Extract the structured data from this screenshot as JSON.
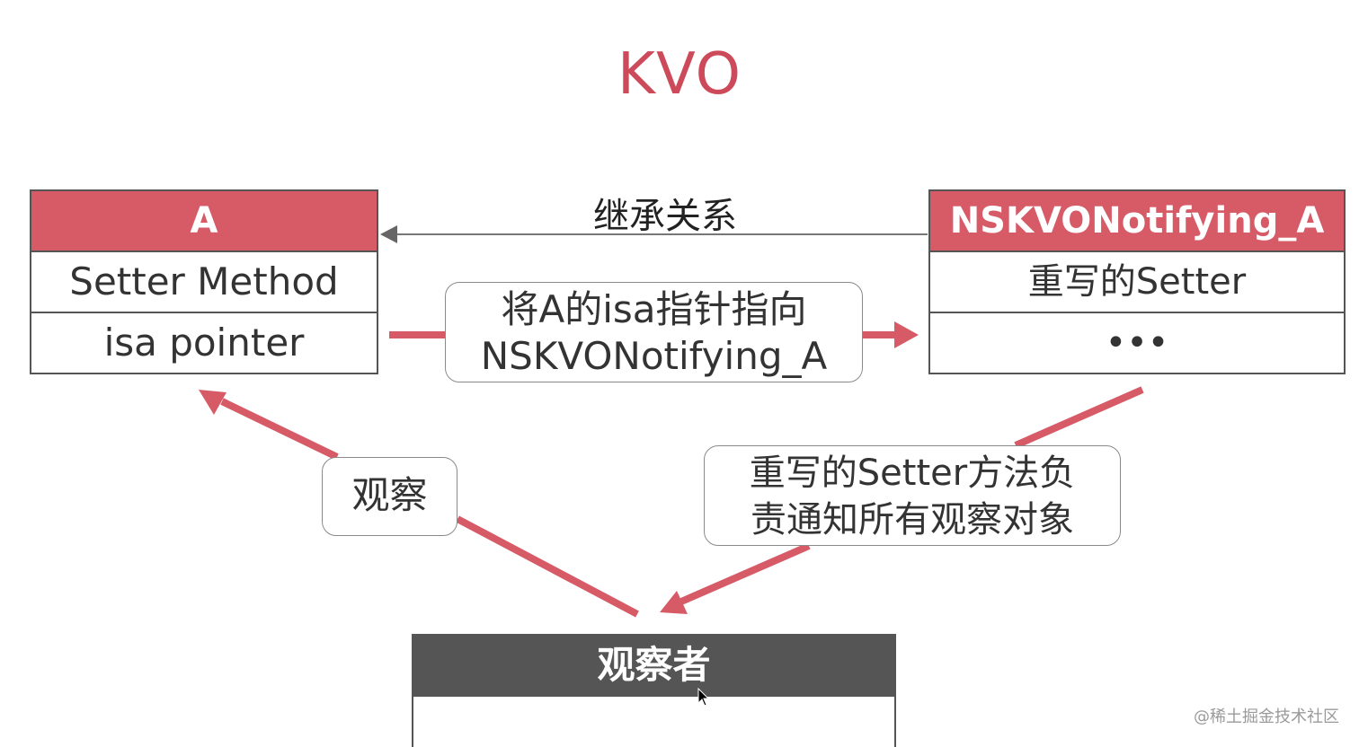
{
  "title": "KVO",
  "inheritance_label": "继承关系",
  "class_a": {
    "name": "A",
    "rows": [
      "Setter Method",
      "isa pointer"
    ]
  },
  "class_ns": {
    "name": "NSKVONotifying_A",
    "rows": [
      "重写的Setter",
      "•••"
    ]
  },
  "observer": {
    "name": "观察者"
  },
  "labels": {
    "isa_line1": "将A的isa指针指向",
    "isa_line2": "NSKVONotifying_A",
    "observe": "观察",
    "setter_line1": "重写的Setter方法负",
    "setter_line2": "责通知所有观察对象"
  },
  "watermark": "@稀土掘金技术社区",
  "colors": {
    "accent": "#d65b67",
    "title": "#cc4a5a",
    "observer_header": "#555555"
  }
}
